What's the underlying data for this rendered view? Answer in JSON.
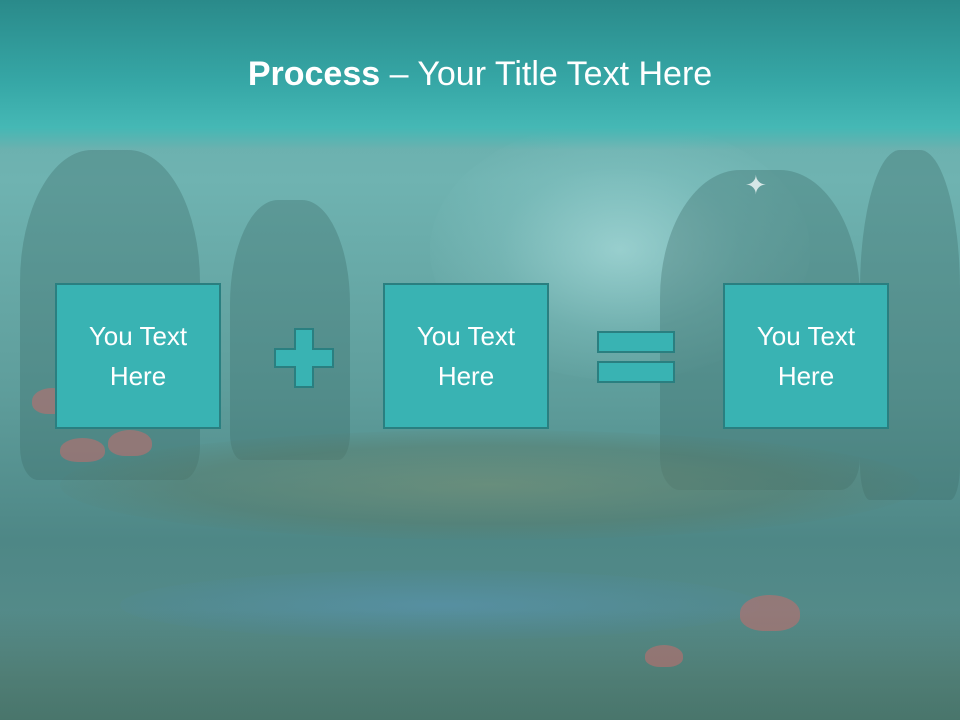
{
  "slide": {
    "title_bold": "Process",
    "title_rest": " – Your Title Text Here",
    "boxes": [
      {
        "line1": "You Text",
        "line2": "Here"
      },
      {
        "line1": "You Text",
        "line2": "Here"
      },
      {
        "line1": "You Text",
        "line2": "Here"
      }
    ],
    "operators": [
      "plus-icon",
      "equals-icon"
    ]
  },
  "colors": {
    "header": "#36a7a6",
    "box_fill": "#39b3b3",
    "box_border": "#2a7f80",
    "text": "#ffffff"
  }
}
